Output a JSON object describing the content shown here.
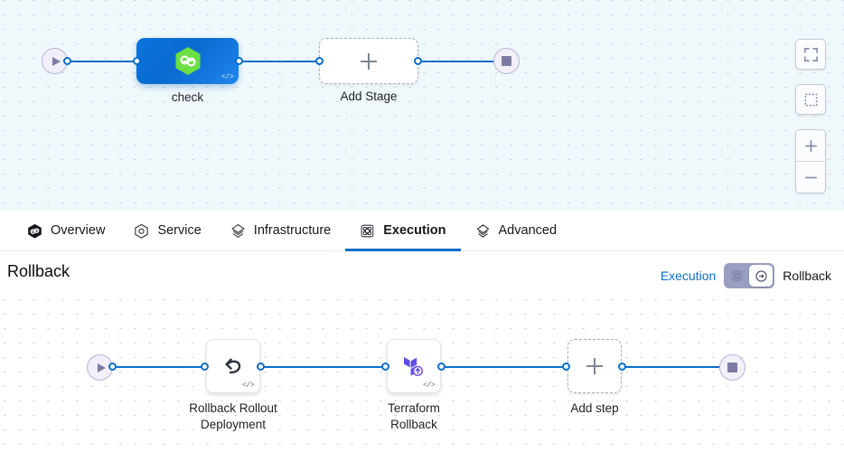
{
  "execution_canvas": {
    "name": "pipeline-execution-canvas",
    "start_node": {
      "icon": "play-icon",
      "label": ""
    },
    "end_node": {
      "icon": "stop-icon",
      "label": ""
    },
    "stages": [
      {
        "id": "check",
        "label": "check",
        "icon": "harness-hexagon-icon",
        "badge": "code-icon",
        "type": "stage"
      },
      {
        "id": "add-stage",
        "label": "Add Stage",
        "icon": "plus-icon",
        "type": "add"
      }
    ],
    "controls": [
      {
        "name": "fit-to-screen-button",
        "icon": "expand-icon"
      },
      {
        "name": "zoom-to-selection-button",
        "icon": "dashed-square-icon"
      },
      {
        "name": "zoom-in-button",
        "icon": "plus-icon"
      },
      {
        "name": "zoom-out-button",
        "icon": "minus-icon"
      }
    ]
  },
  "tabs": [
    {
      "id": "overview",
      "label": "Overview",
      "icon": "harness-hexagon-icon",
      "active": false
    },
    {
      "id": "service",
      "label": "Service",
      "icon": "service-hexagon-icon",
      "active": false
    },
    {
      "id": "infrastructure",
      "label": "Infrastructure",
      "icon": "infrastructure-layers-icon",
      "active": false
    },
    {
      "id": "execution",
      "label": "Execution",
      "icon": "execution-atom-icon",
      "active": true
    },
    {
      "id": "advanced",
      "label": "Advanced",
      "icon": "advanced-layers-icon",
      "active": false
    }
  ],
  "rollback_header": {
    "title": "Rollback",
    "mode_switcher": {
      "left_label": "Execution",
      "right_label": "Rollback",
      "left_icon": "execution-atom-icon",
      "right_icon": "rollback-arrow-icon",
      "selected": "Rollback"
    }
  },
  "rollback_canvas": {
    "name": "rollback-steps-canvas",
    "start_node": {
      "icon": "play-icon"
    },
    "end_node": {
      "icon": "stop-icon"
    },
    "steps": [
      {
        "id": "rollback-rollout-deployment",
        "label": "Rollback Rollout\nDeployment",
        "icon": "undo-arrow-icon",
        "badge": "code-icon",
        "type": "step"
      },
      {
        "id": "terraform-rollback",
        "label": "Terraform\nRollback",
        "icon": "terraform-icon",
        "badge": "code-icon",
        "type": "step"
      },
      {
        "id": "add-step",
        "label": "Add step",
        "icon": "plus-icon",
        "type": "add"
      }
    ]
  },
  "colors": {
    "accent_blue": "#0a6ecb",
    "stage_blue": "#0a74dd",
    "harness_green": "#6cdf44",
    "terraform_purple": "#5c4ee5",
    "canvas_top_bg": "#eff8fb",
    "terminal_purple": "#7d7aa3"
  }
}
